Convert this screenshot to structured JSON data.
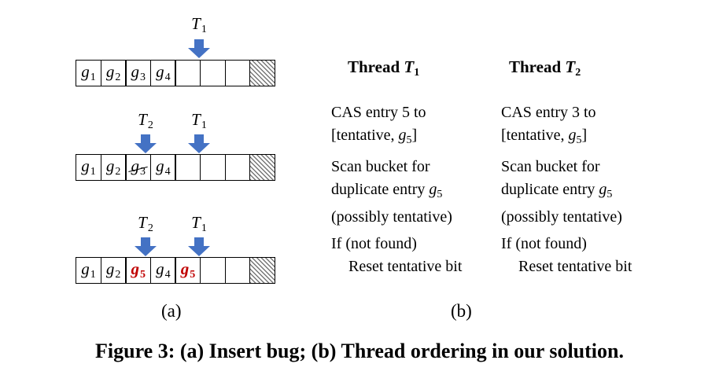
{
  "thread_labels": {
    "t1": "T",
    "t2": "T",
    "t1_sub": "1",
    "t2_sub": "2"
  },
  "rows": [
    {
      "cells": [
        {
          "t": "g",
          "s": "1"
        },
        {
          "t": "g",
          "s": "2"
        },
        {
          "t": "g",
          "s": "3"
        },
        {
          "t": "g",
          "s": "4"
        },
        {
          "t": "",
          "s": ""
        },
        {
          "t": "",
          "s": ""
        },
        {
          "t": "",
          "s": ""
        },
        {
          "t": "",
          "s": "",
          "hatch": true
        }
      ]
    },
    {
      "cells": [
        {
          "t": "g",
          "s": "1"
        },
        {
          "t": "g",
          "s": "2"
        },
        {
          "t": "g",
          "s": "3",
          "struck": true
        },
        {
          "t": "g",
          "s": "4"
        },
        {
          "t": "",
          "s": ""
        },
        {
          "t": "",
          "s": ""
        },
        {
          "t": "",
          "s": ""
        },
        {
          "t": "",
          "s": "",
          "hatch": true
        }
      ]
    },
    {
      "cells": [
        {
          "t": "g",
          "s": "1"
        },
        {
          "t": "g",
          "s": "2"
        },
        {
          "t": "g",
          "s": "5",
          "red": true
        },
        {
          "t": "g",
          "s": "4"
        },
        {
          "t": "g",
          "s": "5",
          "red": true
        },
        {
          "t": "",
          "s": ""
        },
        {
          "t": "",
          "s": ""
        },
        {
          "t": "",
          "s": "",
          "hatch": true
        }
      ]
    }
  ],
  "panel_a_label": "(a)",
  "panel_b_label": "(b)",
  "colors": {
    "arrow": "#4472c4",
    "highlight": "#c00000"
  },
  "thread1": {
    "heading": "Thread ",
    "heading_var": "T",
    "heading_sub": "1",
    "step1_line1": "CAS entry 5 to",
    "step1_line2_pre": "[tentative, ",
    "step1_var": "g",
    "step1_sub": "5",
    "step1_line2_post": "]",
    "step2_line1": "Scan bucket for",
    "step2_line2_pre": "duplicate entry ",
    "step2_var": "g",
    "step2_sub": "5",
    "step2_line3": "(possibly tentative)",
    "step3_line1": "If (not found)",
    "step3_line2": "Reset tentative bit"
  },
  "thread2": {
    "heading": "Thread ",
    "heading_var": "T",
    "heading_sub": "2",
    "step1_line1": "CAS entry 3 to",
    "step1_line2_pre": "[tentative, ",
    "step1_var": "g",
    "step1_sub": "5",
    "step1_line2_post": "]",
    "step2_line1": "Scan bucket for",
    "step2_line2_pre": "duplicate entry ",
    "step2_var": "g",
    "step2_sub": "5",
    "step2_line3": "(possibly tentative)",
    "step3_line1": "If (not found)",
    "step3_line2": "Reset tentative bit"
  },
  "caption": "Figure 3: (a) Insert bug; (b) Thread ordering in our solution."
}
